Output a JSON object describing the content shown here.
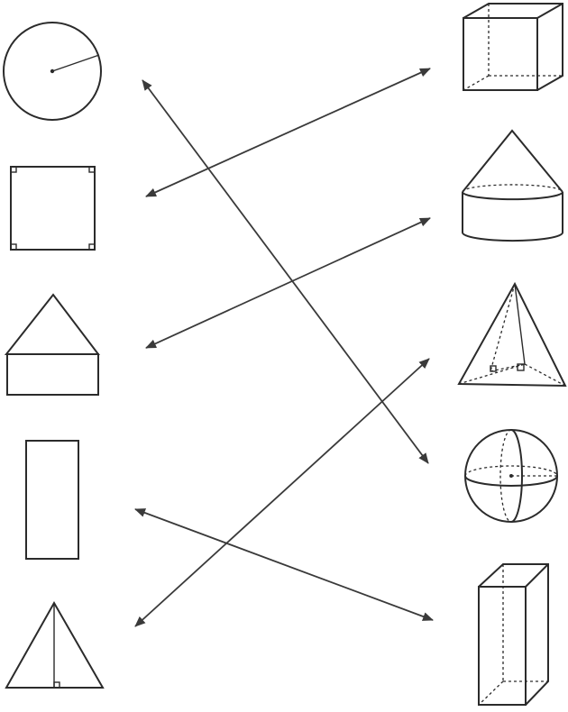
{
  "colors": {
    "line": "#2b2b2b",
    "arrow": "#3a3a3a",
    "background": "#ffffff"
  },
  "left_shapes": [
    {
      "name": "circle-net",
      "icon": "circle-with-radius"
    },
    {
      "name": "square-net",
      "icon": "square-with-right-angles"
    },
    {
      "name": "pentagon-net",
      "icon": "triangle-on-rectangle"
    },
    {
      "name": "rectangle-net",
      "icon": "tall-rectangle"
    },
    {
      "name": "triangle-net",
      "icon": "triangle-with-height"
    }
  ],
  "right_solids": [
    {
      "name": "cube",
      "icon": "cube"
    },
    {
      "name": "cone-on-cylinder",
      "icon": "cone-on-cylinder"
    },
    {
      "name": "pyramid",
      "icon": "triangular-pyramid"
    },
    {
      "name": "sphere",
      "icon": "sphere"
    },
    {
      "name": "rectangular-prism",
      "icon": "rectangular-prism"
    }
  ],
  "connections": [
    {
      "from": "circle-net",
      "to": "sphere"
    },
    {
      "from": "square-net",
      "to": "cube"
    },
    {
      "from": "pentagon-net",
      "to": "cone-on-cylinder"
    },
    {
      "from": "rectangle-net",
      "to": "rectangular-prism"
    },
    {
      "from": "triangle-net",
      "to": "pyramid"
    }
  ]
}
